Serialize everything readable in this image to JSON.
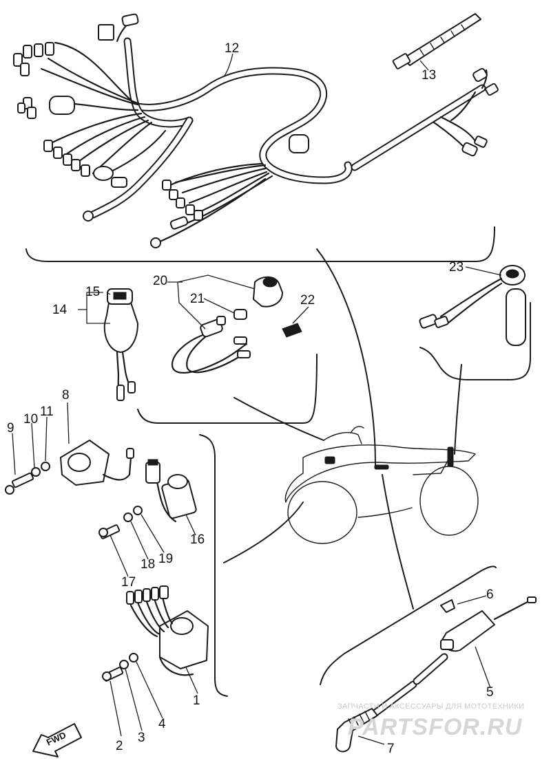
{
  "diagram": {
    "callouts": [
      {
        "id": "c1",
        "text": "1"
      },
      {
        "id": "c2",
        "text": "2"
      },
      {
        "id": "c3",
        "text": "3"
      },
      {
        "id": "c4",
        "text": "4"
      },
      {
        "id": "c5",
        "text": "5"
      },
      {
        "id": "c6",
        "text": "6"
      },
      {
        "id": "c7",
        "text": "7"
      },
      {
        "id": "c8",
        "text": "8"
      },
      {
        "id": "c9",
        "text": "9"
      },
      {
        "id": "c10",
        "text": "10"
      },
      {
        "id": "c11",
        "text": "11"
      },
      {
        "id": "c12",
        "text": "12"
      },
      {
        "id": "c13",
        "text": "13"
      },
      {
        "id": "c14",
        "text": "14"
      },
      {
        "id": "c15",
        "text": "15"
      },
      {
        "id": "c16",
        "text": "16"
      },
      {
        "id": "c17",
        "text": "17"
      },
      {
        "id": "c18",
        "text": "18"
      },
      {
        "id": "c19",
        "text": "19"
      },
      {
        "id": "c20",
        "text": "20"
      },
      {
        "id": "c21",
        "text": "21"
      },
      {
        "id": "c22",
        "text": "22"
      },
      {
        "id": "c23",
        "text": "23"
      }
    ],
    "fwd_label": "FWD",
    "watermark": {
      "tagline": "ЗАПЧАСТИ И АКСЕССУАРЫ ДЛЯ МОТОТЕХНИКИ",
      "brand": "PARTSFOR.RU"
    }
  }
}
